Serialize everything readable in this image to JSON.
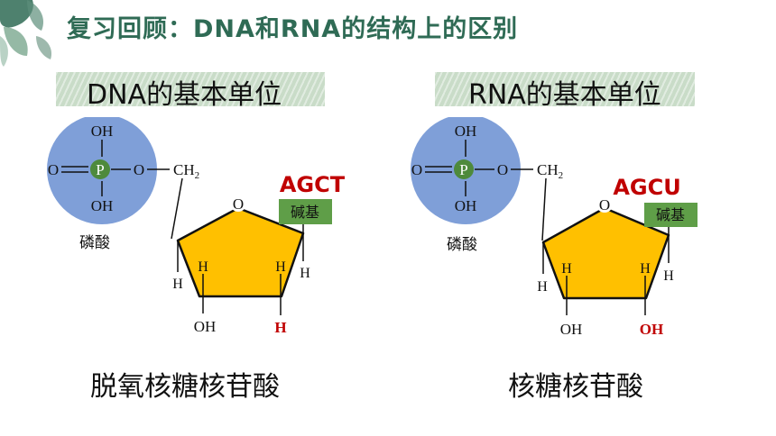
{
  "title": "复习回顾：DNA和RNA的结构上的区别",
  "colors": {
    "title": "#2f6b55",
    "phosphate_circle": "#7f9fd8",
    "phosphorus_node": "#4e8a3c",
    "sugar": "#ffc000",
    "base_box": "#5f9e48",
    "highlight": "#c00000",
    "band": "#c9dcc8"
  },
  "dna": {
    "label": "DNA的基本单位",
    "caption": "脱氧核糖核苷酸",
    "bases": "AGCT",
    "phosphate": {
      "oh_top": "OH",
      "o_left": "O",
      "p": "P",
      "o_right": "O",
      "oh_bottom": "OH",
      "name": "磷酸"
    },
    "ch2": "CH",
    "ch2_sub": "2",
    "ring_o": "O",
    "base_box": "碱基",
    "h_left_inner": "H",
    "h_left_outer": "H",
    "h_right_inner": "H",
    "h_right_outer": "H",
    "oh_bottom_left": "OH",
    "bottom_right": "H"
  },
  "rna": {
    "label": "RNA的基本单位",
    "caption": "核糖核苷酸",
    "bases": "AGCU",
    "phosphate": {
      "oh_top": "OH",
      "o_left": "O",
      "p": "P",
      "o_right": "O",
      "oh_bottom": "OH",
      "name": "磷酸"
    },
    "ch2": "CH",
    "ch2_sub": "2",
    "ring_o": "O",
    "base_box": "碱基",
    "h_left_inner": "H",
    "h_left_outer": "H",
    "h_right_inner": "H",
    "h_right_outer": "H",
    "oh_bottom_left": "OH",
    "bottom_right": "OH"
  }
}
